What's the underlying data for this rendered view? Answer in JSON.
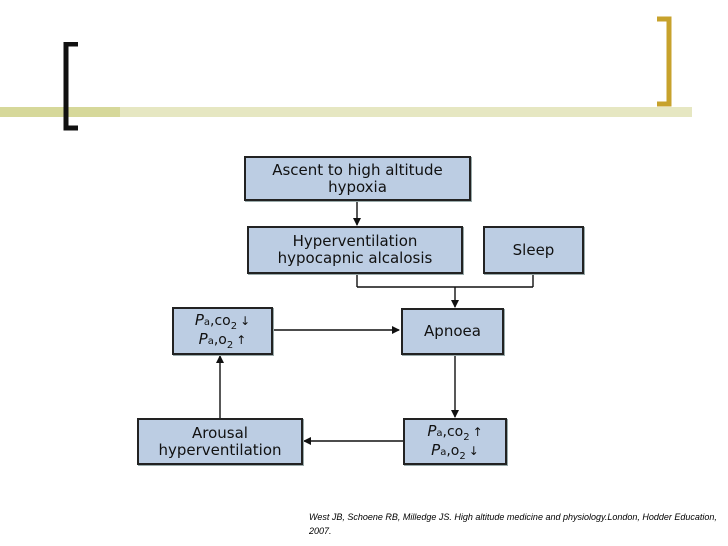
{
  "colors": {
    "box_fill": "#bccde3",
    "left_bracket": "#111111",
    "right_bracket": "#c7a22c",
    "title_bar": "#d6d89a"
  },
  "diagram": {
    "ascent": [
      "Ascent to high altitude",
      "hypoxia"
    ],
    "hyperventilation": [
      "Hyperventilation",
      "hypocapnic alcalosis"
    ],
    "sleep": "Sleep",
    "apnoea": "Apnoea",
    "arousal": [
      "Arousal",
      "hyperventilation"
    ],
    "gas_left": {
      "row1": {
        "p": "P",
        "sub": "a",
        "gas": ",co",
        "num": "2",
        "arrow": "↓"
      },
      "row2": {
        "p": "P",
        "sub": "a",
        "gas": ",o",
        "num": "2",
        "arrow": "↑"
      }
    },
    "gas_right": {
      "row1": {
        "p": "P",
        "sub": "a",
        "gas": ",co",
        "num": "2",
        "arrow": "↑"
      },
      "row2": {
        "p": "P",
        "sub": "a",
        "gas": ",o",
        "num": "2",
        "arrow": "↓"
      }
    }
  },
  "citation": "West JB, Schoene RB, Milledge JS. High altitude medicine and physiology.London, Hodder Education, 2007."
}
